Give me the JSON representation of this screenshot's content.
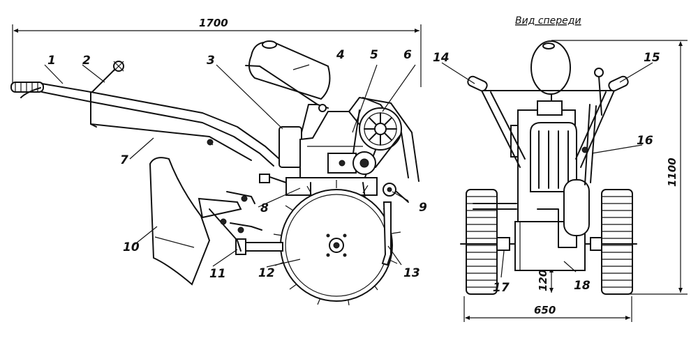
{
  "view_title": "Вид спереди",
  "dimensions": {
    "length": "1700",
    "height": "1100",
    "width": "650",
    "clearance": "120"
  },
  "labels": {
    "n1": "1",
    "n2": "2",
    "n3": "3",
    "n4": "4",
    "n5": "5",
    "n6": "6",
    "n7": "7",
    "n8": "8",
    "n9": "9",
    "n10": "10",
    "n11": "11",
    "n12": "12",
    "n13": "13",
    "n14": "14",
    "n15": "15",
    "n16": "16",
    "n17": "17",
    "n18": "18"
  }
}
